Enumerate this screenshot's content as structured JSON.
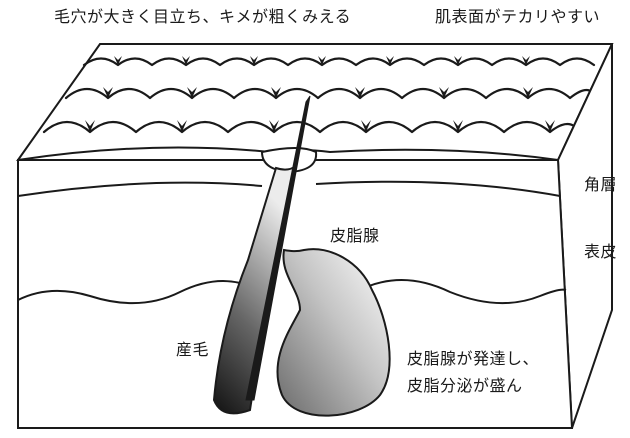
{
  "captions": {
    "left": "毛穴が大きく目立ち、キメが粗くみえる",
    "right": "肌表面がテカリやすい"
  },
  "layers": {
    "stratum_corneum": "角層",
    "epidermis": "表皮"
  },
  "structures": {
    "sebaceous_gland": "皮脂腺",
    "vellus_hair": "産毛"
  },
  "description": {
    "line1": "皮脂腺が発達し、",
    "line2": "皮脂分泌が盛ん"
  },
  "colors": {
    "line": "#1a1a1a",
    "background": "#ffffff",
    "gland_dark": "#6a6a6a",
    "gland_light": "#ffffff",
    "hair_dark": "#111111",
    "hair_light": "#e8e8e8"
  }
}
